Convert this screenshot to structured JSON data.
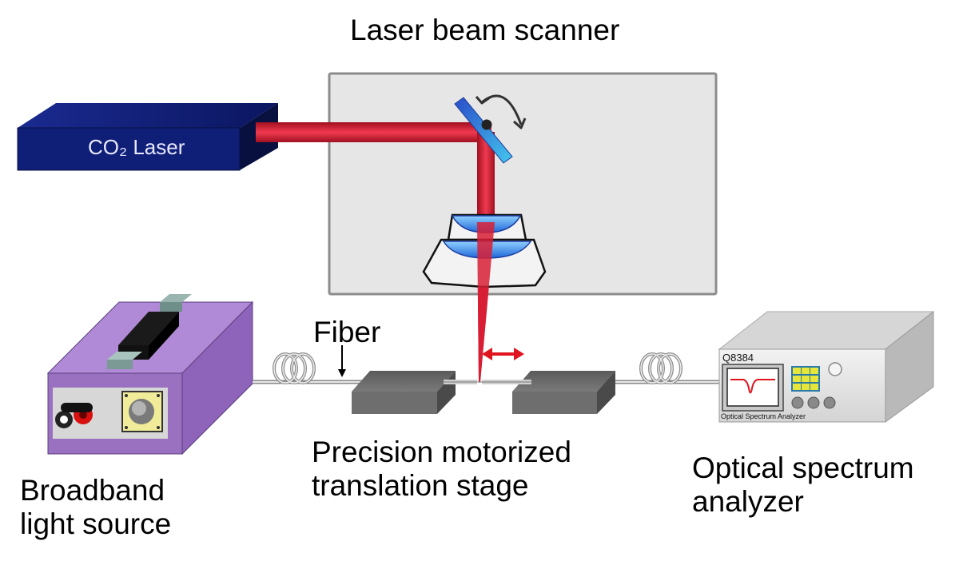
{
  "labels": {
    "scanner": "Laser beam scanner",
    "co2_laser": "CO₂ Laser",
    "fiber": "Fiber",
    "stage_line1": "Precision motorized",
    "stage_line2": "translation stage",
    "source_line1": "Broadband",
    "source_line2": "light source",
    "osa_line1": "Optical spectrum",
    "osa_line2": "analyzer",
    "osa_model": "Q8384",
    "osa_panel": "Optical Spectrum Analyzer"
  },
  "icons": {
    "rotation": "curved-double-arrow-icon",
    "translation": "horizontal-double-arrow-icon",
    "fiber_pointer": "down-arrow-icon"
  },
  "colors": {
    "laser_beam": "#d81e35",
    "co2_laser_body": "#0f1f78",
    "scanner_box": "#e6e6e6",
    "light_source_body": "#9a70c0",
    "stage_blocks": "#6e6e6e",
    "osa_body": "#e2e2e2",
    "osa_screen_trace": "#e0141e",
    "osa_keypad": "#e5e53a",
    "mirror": "#3a6bd8",
    "lens": "#3b8ee8"
  }
}
